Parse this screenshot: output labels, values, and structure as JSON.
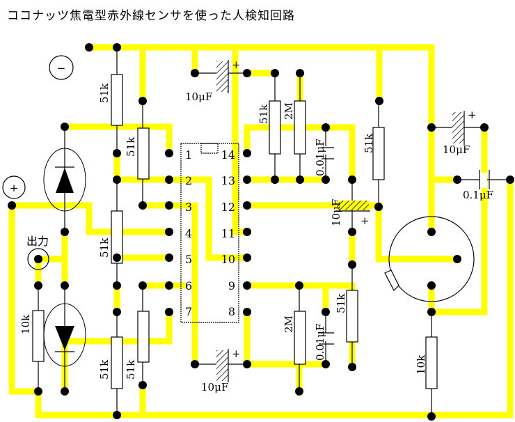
{
  "title": "ココナッツ焦電型赤外線センサを使った人検知回路",
  "terminals": {
    "negative": "−",
    "positive": "+",
    "output": "出力"
  },
  "chip": {
    "left_pins": [
      "1",
      "2",
      "3",
      "4",
      "5",
      "6",
      "7"
    ],
    "right_pins": [
      "14",
      "13",
      "12",
      "11",
      "10",
      "9",
      "8"
    ]
  },
  "components": {
    "r1": "51k",
    "r2": "51k",
    "r3": "51k",
    "r4": "10k",
    "r5": "51k",
    "r6": "51k",
    "c1": "10μF",
    "c2": "10μF",
    "r7": "51k",
    "r8": "2M",
    "c3": "0.01μF",
    "c4": "10μF",
    "r9": "51k",
    "c5": "10μF",
    "c6": "0.1μF",
    "r10": "2M",
    "c7": "0.01μF",
    "r11": "51k",
    "r12": "10k"
  },
  "cap_polarity": "+",
  "colors": {
    "wire": "#ffff00",
    "line": "#000000"
  }
}
